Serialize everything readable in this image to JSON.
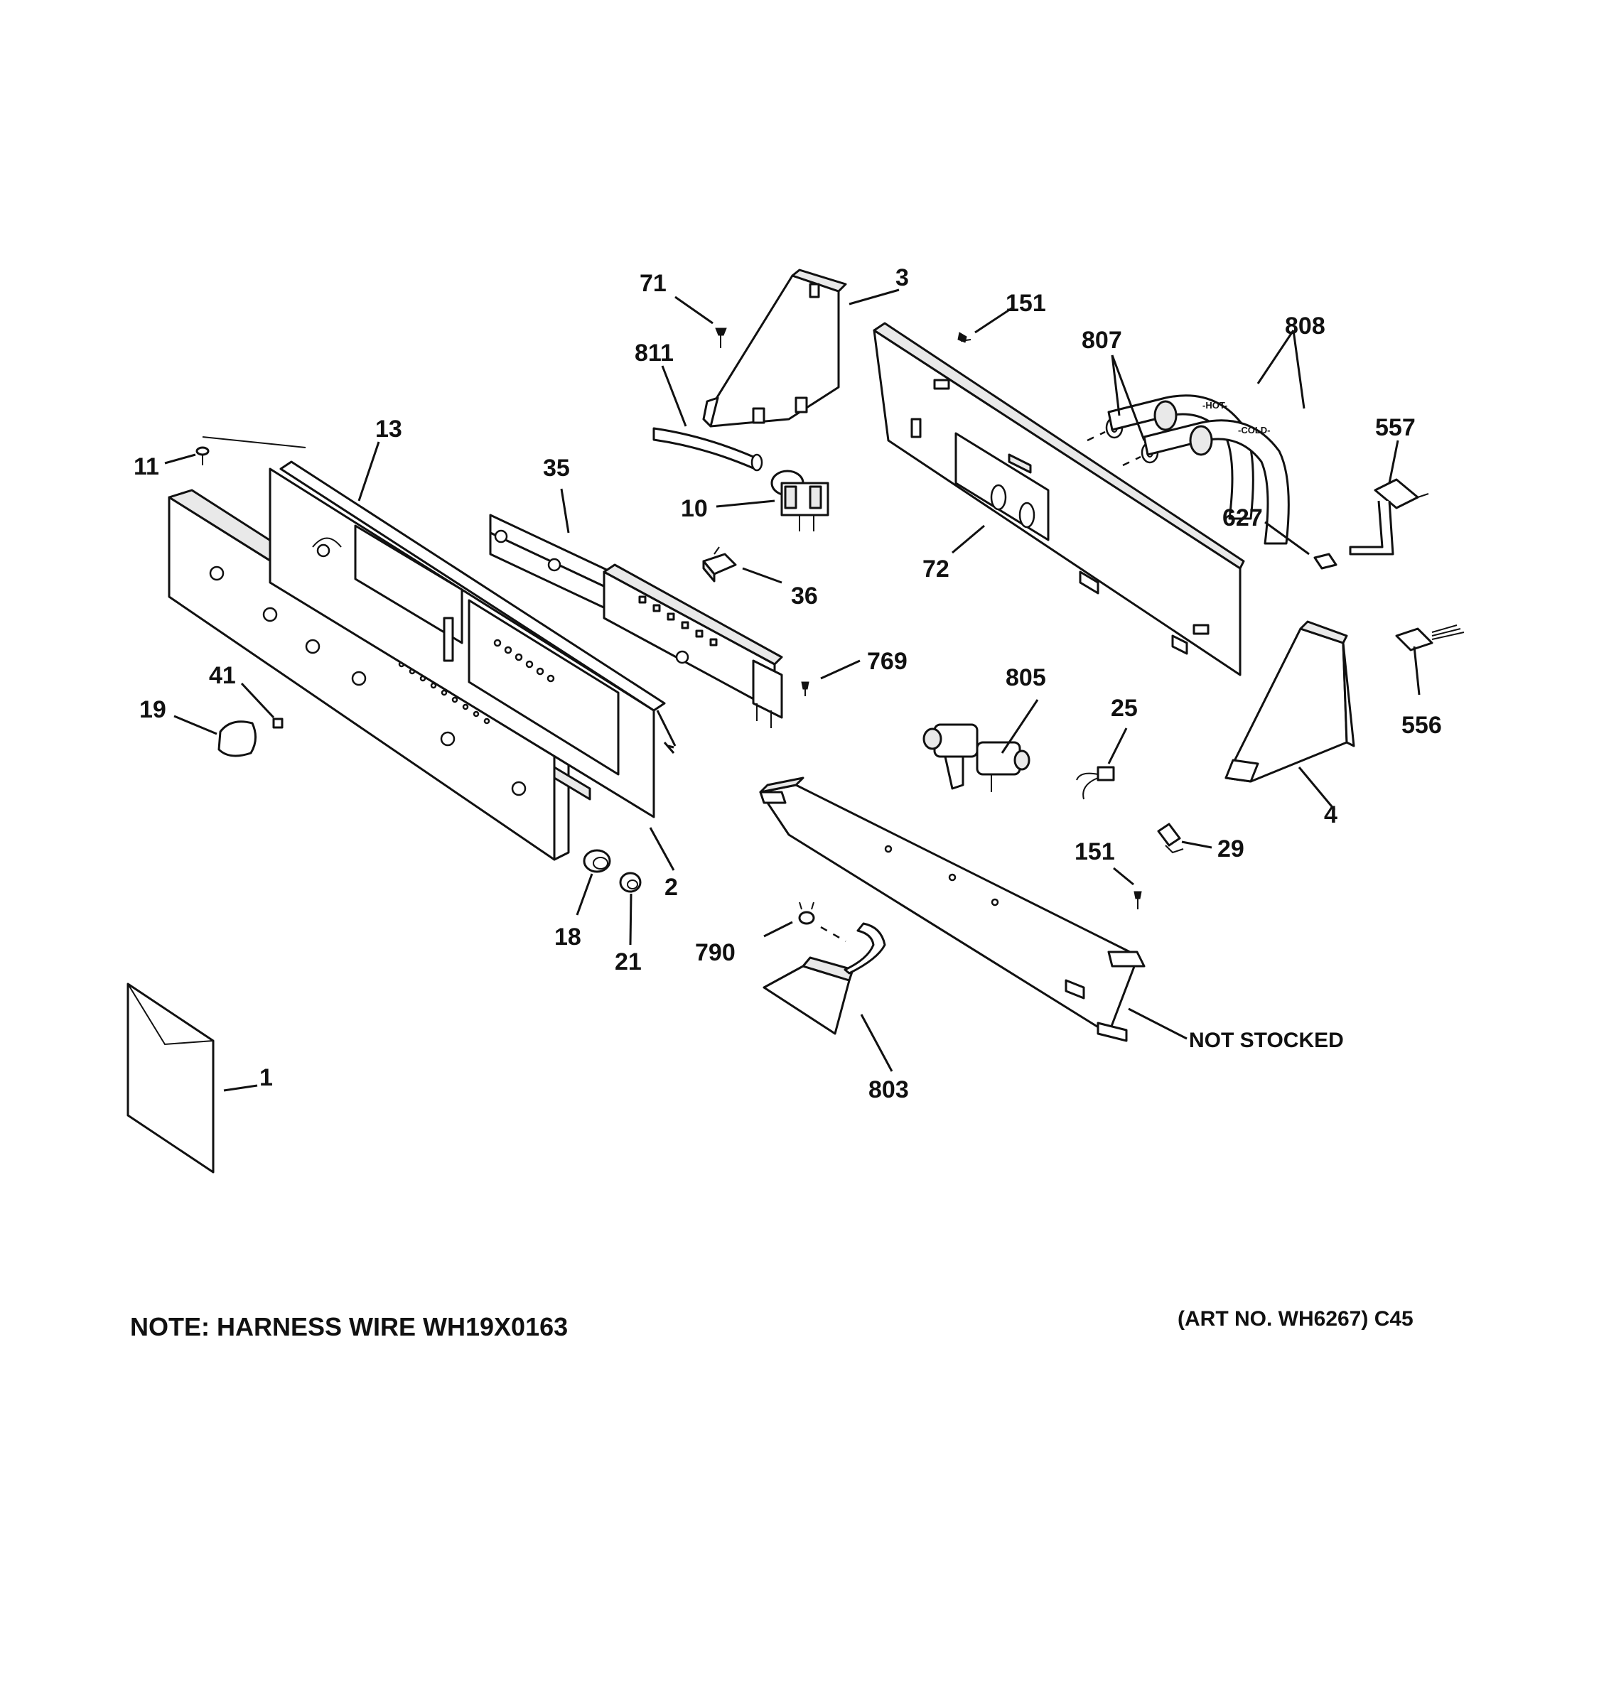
{
  "callouts": {
    "c71": "71",
    "c3": "3",
    "c151a": "151",
    "c808": "808",
    "c807": "807",
    "c811": "811",
    "c557": "557",
    "c13": "13",
    "c11": "11",
    "c35": "35",
    "c10": "10",
    "c627": "627",
    "c72": "72",
    "c36": "36",
    "c769": "769",
    "c41": "41",
    "c805": "805",
    "c25": "25",
    "c19": "19",
    "c556": "556",
    "c4": "4",
    "c29": "29",
    "c151b": "151",
    "c2": "2",
    "c18": "18",
    "c21": "21",
    "c790": "790",
    "c803": "803",
    "c1": "1",
    "not_stocked": "NOT STOCKED"
  },
  "hose_labels": {
    "hot": "-HOT-",
    "cold": "-COLD-"
  },
  "footer": {
    "note": "NOTE: HARNESS WIRE WH19X0163",
    "art_no": "(ART NO. WH6267) C45"
  }
}
